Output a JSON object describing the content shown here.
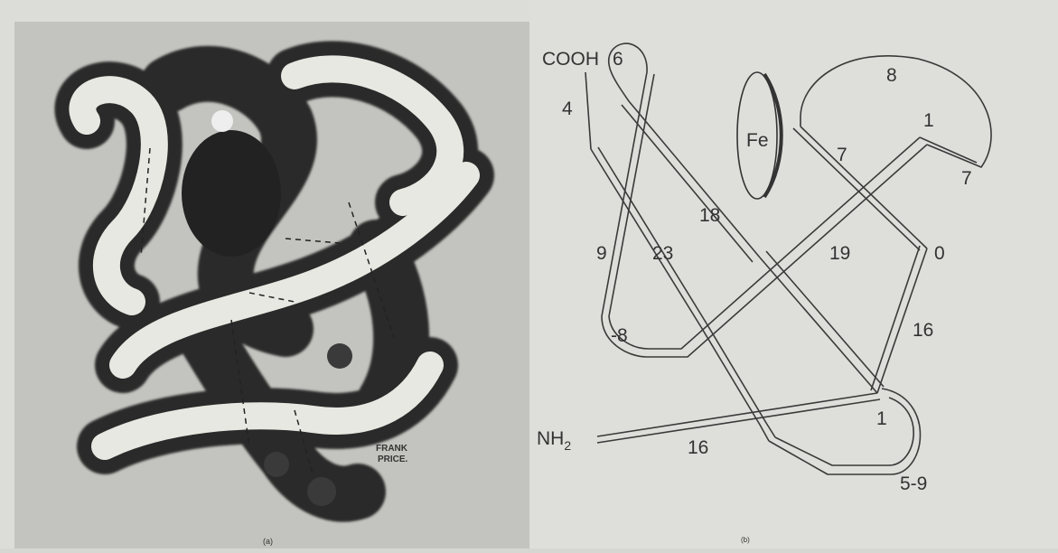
{
  "panel_a": {
    "caption": "(a)",
    "signature_line1": "FRANK",
    "signature_line2": "PRICE."
  },
  "panel_b": {
    "caption": "(b)",
    "iron_label": "Fe",
    "cooh": "COOH",
    "nh2": "NH",
    "nh2_sub": "2",
    "labels": [
      "4",
      "6",
      "9",
      "23",
      "18",
      "-8",
      "8",
      "1",
      "7",
      "7",
      "19",
      "0",
      "16",
      "16",
      "1",
      "5-9"
    ]
  }
}
